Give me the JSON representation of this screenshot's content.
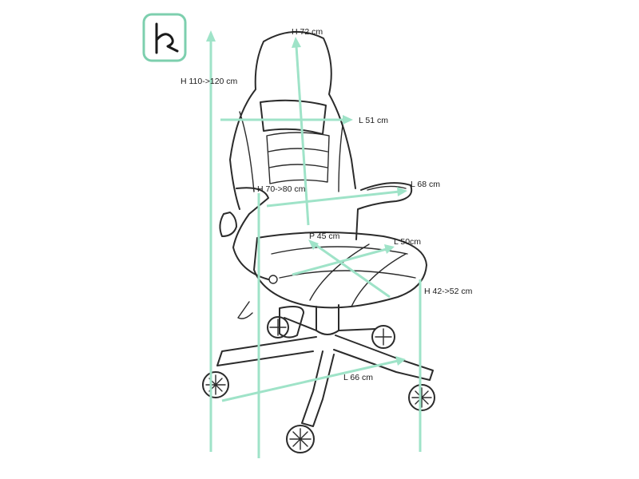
{
  "logo": {
    "icon": "k-letter-logo-icon"
  },
  "dimensions": {
    "total_height": "H 110->120 cm",
    "backrest_height": "H 72 cm",
    "backrest_width": "L 51 cm",
    "armrest_height": "H 70->80 cm",
    "armrest_width": "L 68 cm",
    "seat_depth": "P 45 cm",
    "seat_width": "L 50cm",
    "seat_height": "H 42->52 cm",
    "base_width": "L 66 cm"
  },
  "colors": {
    "dimension_line": "#9fe3c8",
    "logo_accent": "#7dcfae",
    "outline": "#2b2b2b"
  }
}
